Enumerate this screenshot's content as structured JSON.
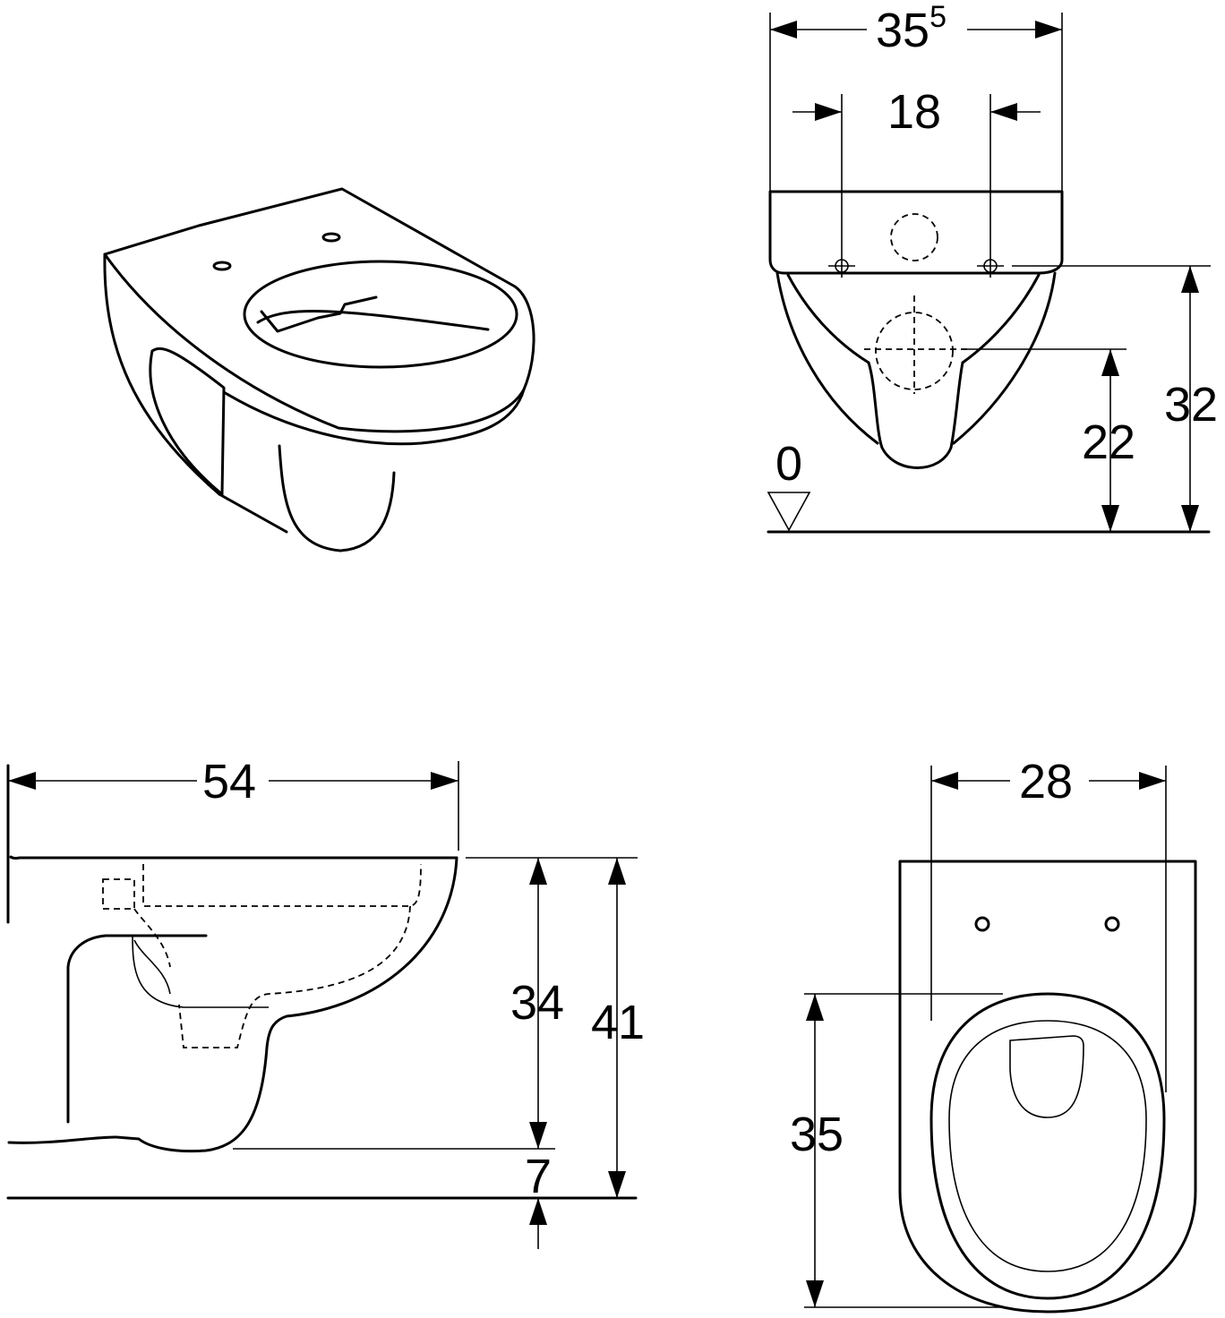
{
  "views": {
    "front": {
      "width_overall": "35",
      "width_overall_sup": "5",
      "fixing_spacing": "18",
      "height_to_fixings": "32",
      "height_to_outlet": "22",
      "floor_level": "0"
    },
    "side": {
      "length": "54",
      "height_to_outlet_underside": "34",
      "total_height": "41",
      "outlet_clearance": "7"
    },
    "top": {
      "width": "28",
      "fixing_to_rim_end": "35"
    }
  }
}
